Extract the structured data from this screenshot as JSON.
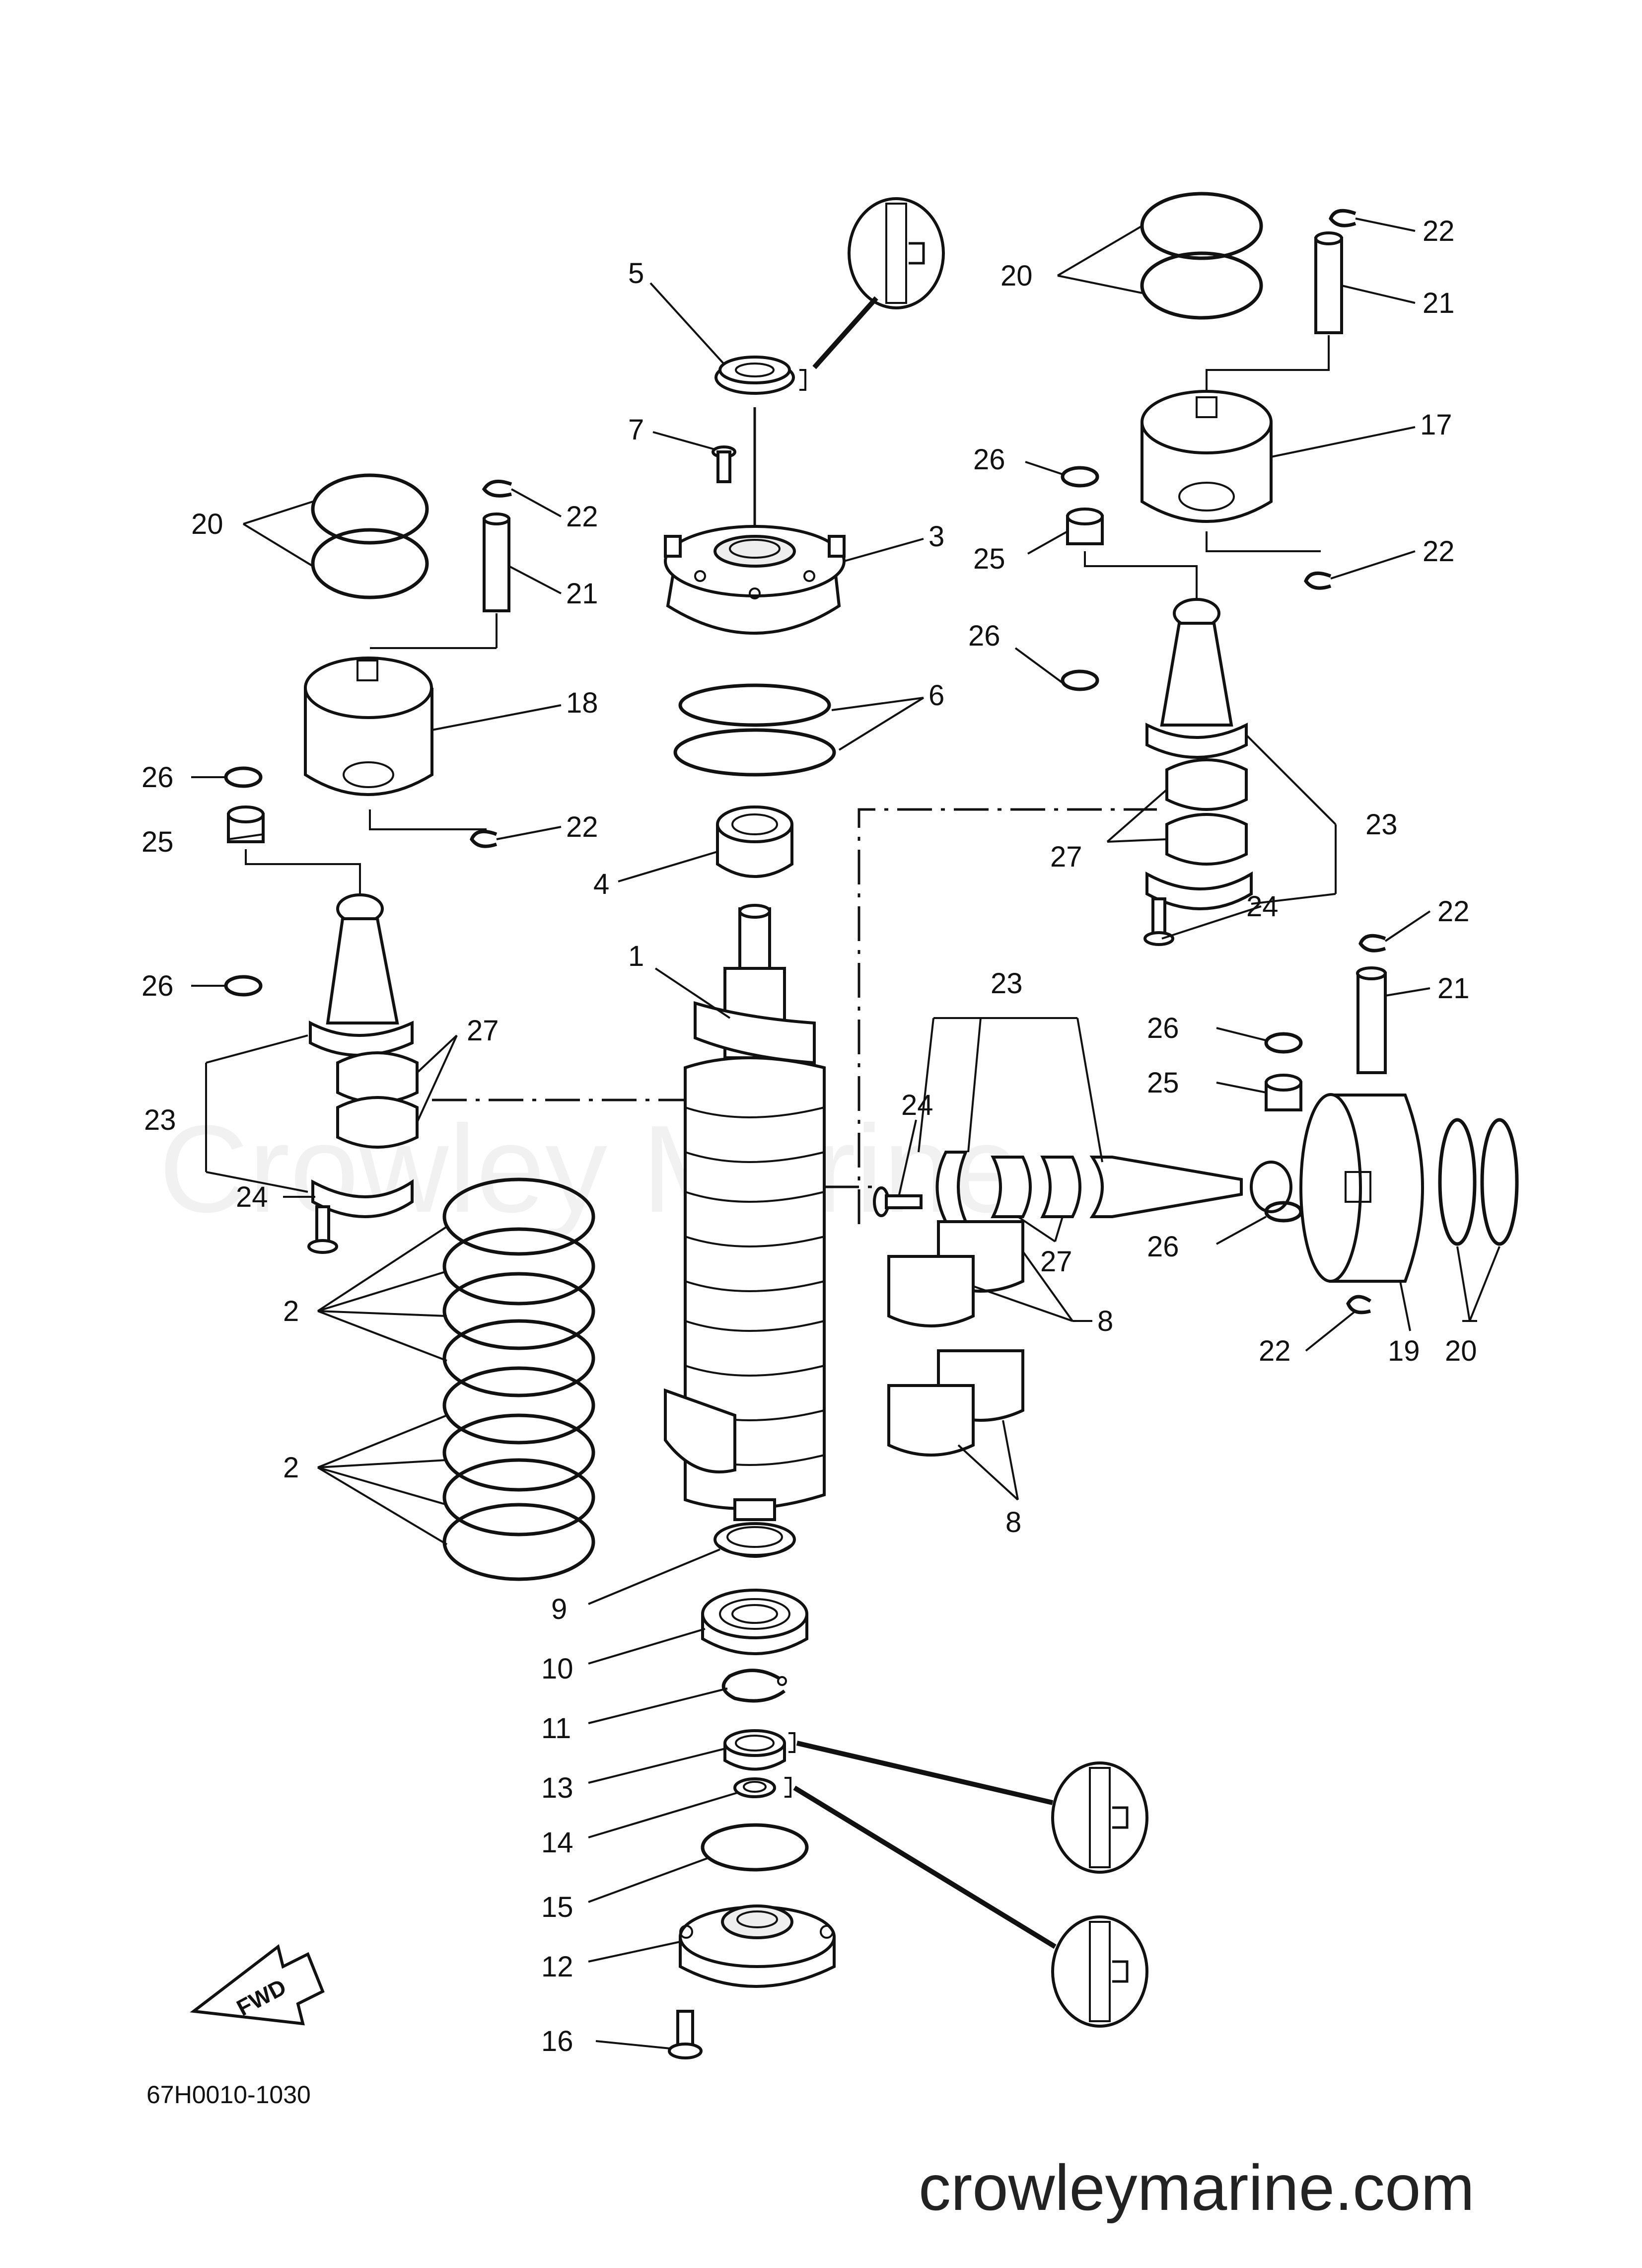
{
  "watermark": "Crowley Marine",
  "footer": {
    "diagram_code": "67H0010-1030",
    "website": "crowleymarine.com"
  },
  "fwd_label": "FWD",
  "callouts": [
    {
      "id": "c1",
      "label": "1"
    },
    {
      "id": "c2a",
      "label": "2"
    },
    {
      "id": "c2b",
      "label": "2"
    },
    {
      "id": "c3",
      "label": "3"
    },
    {
      "id": "c4",
      "label": "4"
    },
    {
      "id": "c5",
      "label": "5"
    },
    {
      "id": "c6",
      "label": "6"
    },
    {
      "id": "c7",
      "label": "7"
    },
    {
      "id": "c8a",
      "label": "8"
    },
    {
      "id": "c8b",
      "label": "8"
    },
    {
      "id": "c9",
      "label": "9"
    },
    {
      "id": "c10",
      "label": "10"
    },
    {
      "id": "c11",
      "label": "11"
    },
    {
      "id": "c12",
      "label": "12"
    },
    {
      "id": "c13",
      "label": "13"
    },
    {
      "id": "c14",
      "label": "14"
    },
    {
      "id": "c15",
      "label": "15"
    },
    {
      "id": "c16",
      "label": "16"
    },
    {
      "id": "c17",
      "label": "17"
    },
    {
      "id": "c18",
      "label": "18"
    },
    {
      "id": "c19",
      "label": "19"
    },
    {
      "id": "c20a",
      "label": "20"
    },
    {
      "id": "c20b",
      "label": "20"
    },
    {
      "id": "c20c",
      "label": "20"
    },
    {
      "id": "c21a",
      "label": "21"
    },
    {
      "id": "c21b",
      "label": "21"
    },
    {
      "id": "c21c",
      "label": "21"
    },
    {
      "id": "c22a",
      "label": "22"
    },
    {
      "id": "c22b",
      "label": "22"
    },
    {
      "id": "c22c",
      "label": "22"
    },
    {
      "id": "c22d",
      "label": "22"
    },
    {
      "id": "c22e",
      "label": "22"
    },
    {
      "id": "c22f",
      "label": "22"
    },
    {
      "id": "c23a",
      "label": "23"
    },
    {
      "id": "c23b",
      "label": "23"
    },
    {
      "id": "c23c",
      "label": "23"
    },
    {
      "id": "c24a",
      "label": "24"
    },
    {
      "id": "c24b",
      "label": "24"
    },
    {
      "id": "c24c",
      "label": "24"
    },
    {
      "id": "c25a",
      "label": "25"
    },
    {
      "id": "c25b",
      "label": "25"
    },
    {
      "id": "c25c",
      "label": "25"
    },
    {
      "id": "c26a",
      "label": "26"
    },
    {
      "id": "c26b",
      "label": "26"
    },
    {
      "id": "c26c",
      "label": "26"
    },
    {
      "id": "c26d",
      "label": "26"
    },
    {
      "id": "c26e",
      "label": "26"
    },
    {
      "id": "c26f",
      "label": "26"
    },
    {
      "id": "c27a",
      "label": "27"
    },
    {
      "id": "c27b",
      "label": "27"
    },
    {
      "id": "c27c",
      "label": "27"
    }
  ]
}
